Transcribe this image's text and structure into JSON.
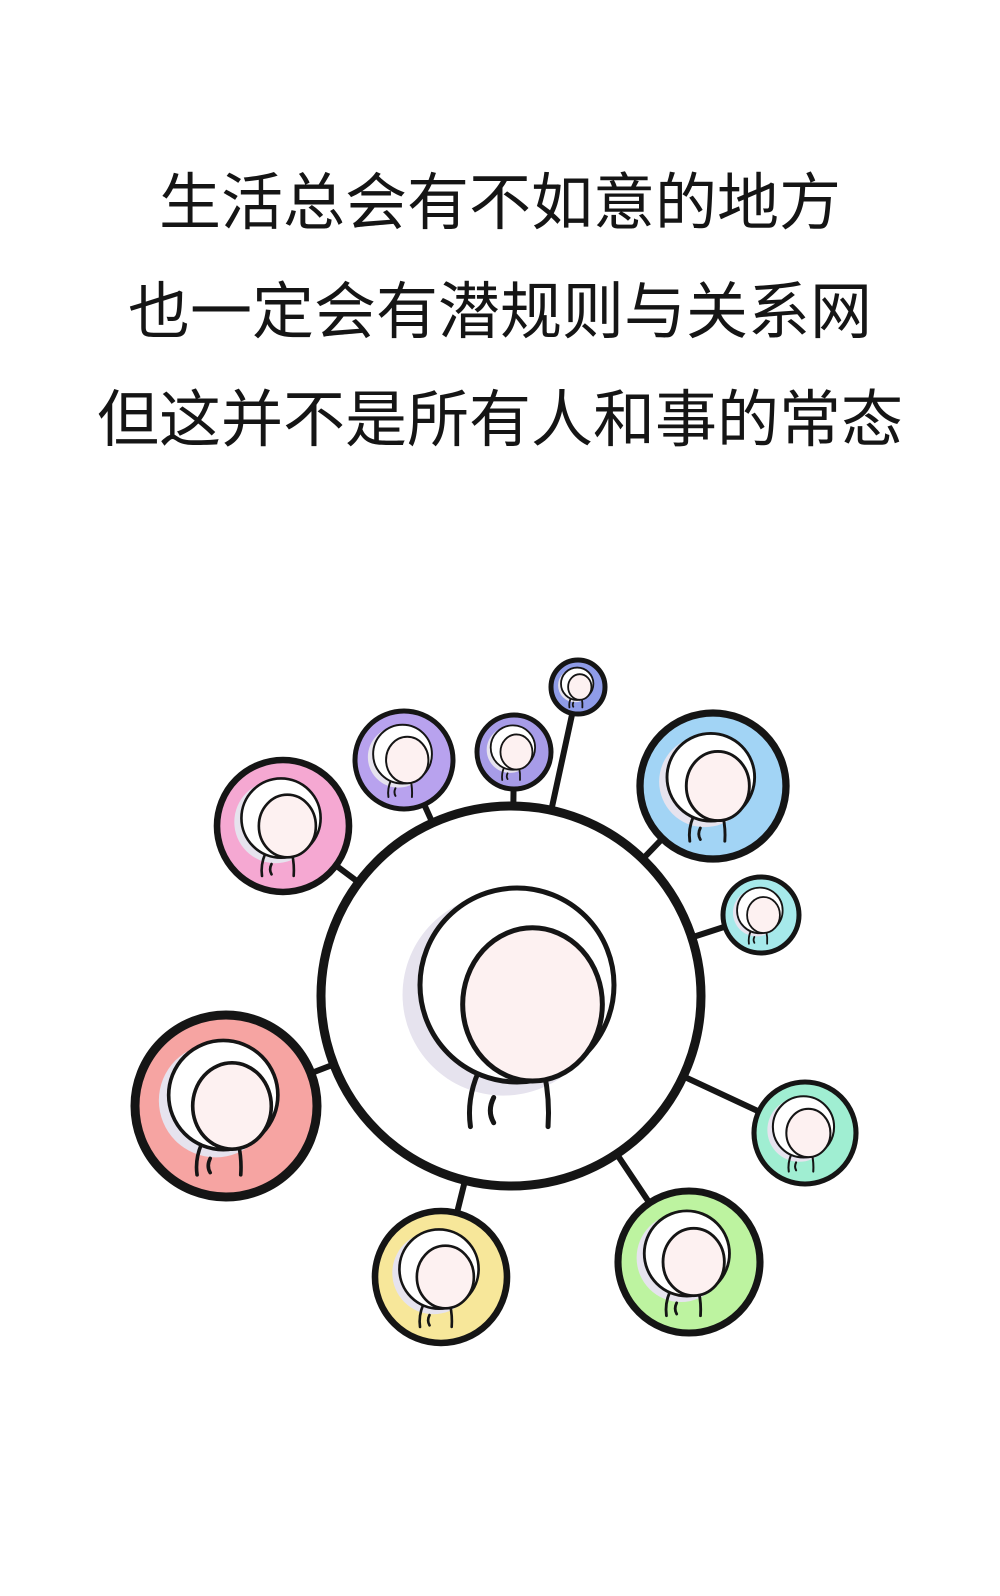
{
  "text_lines": [
    "生活总会有不如意的地方",
    "也一定会有潜规则与关系网",
    "但这并不是所有人和事的常态"
  ],
  "illustration": {
    "outline_color": "#151515",
    "center_circle_color": "#ffffff",
    "face_color": "#fdf1f1",
    "shadow_color": "#e6e3ee",
    "satellite_colors": [
      "#f5a8d2",
      "#b8a2ee",
      "#a79ce8",
      "#8f9ce8",
      "#a2d4f5",
      "#a6e9ea",
      "#f6a4a2",
      "#a0eed2",
      "#f7e79a",
      "#bdf3a0"
    ]
  }
}
